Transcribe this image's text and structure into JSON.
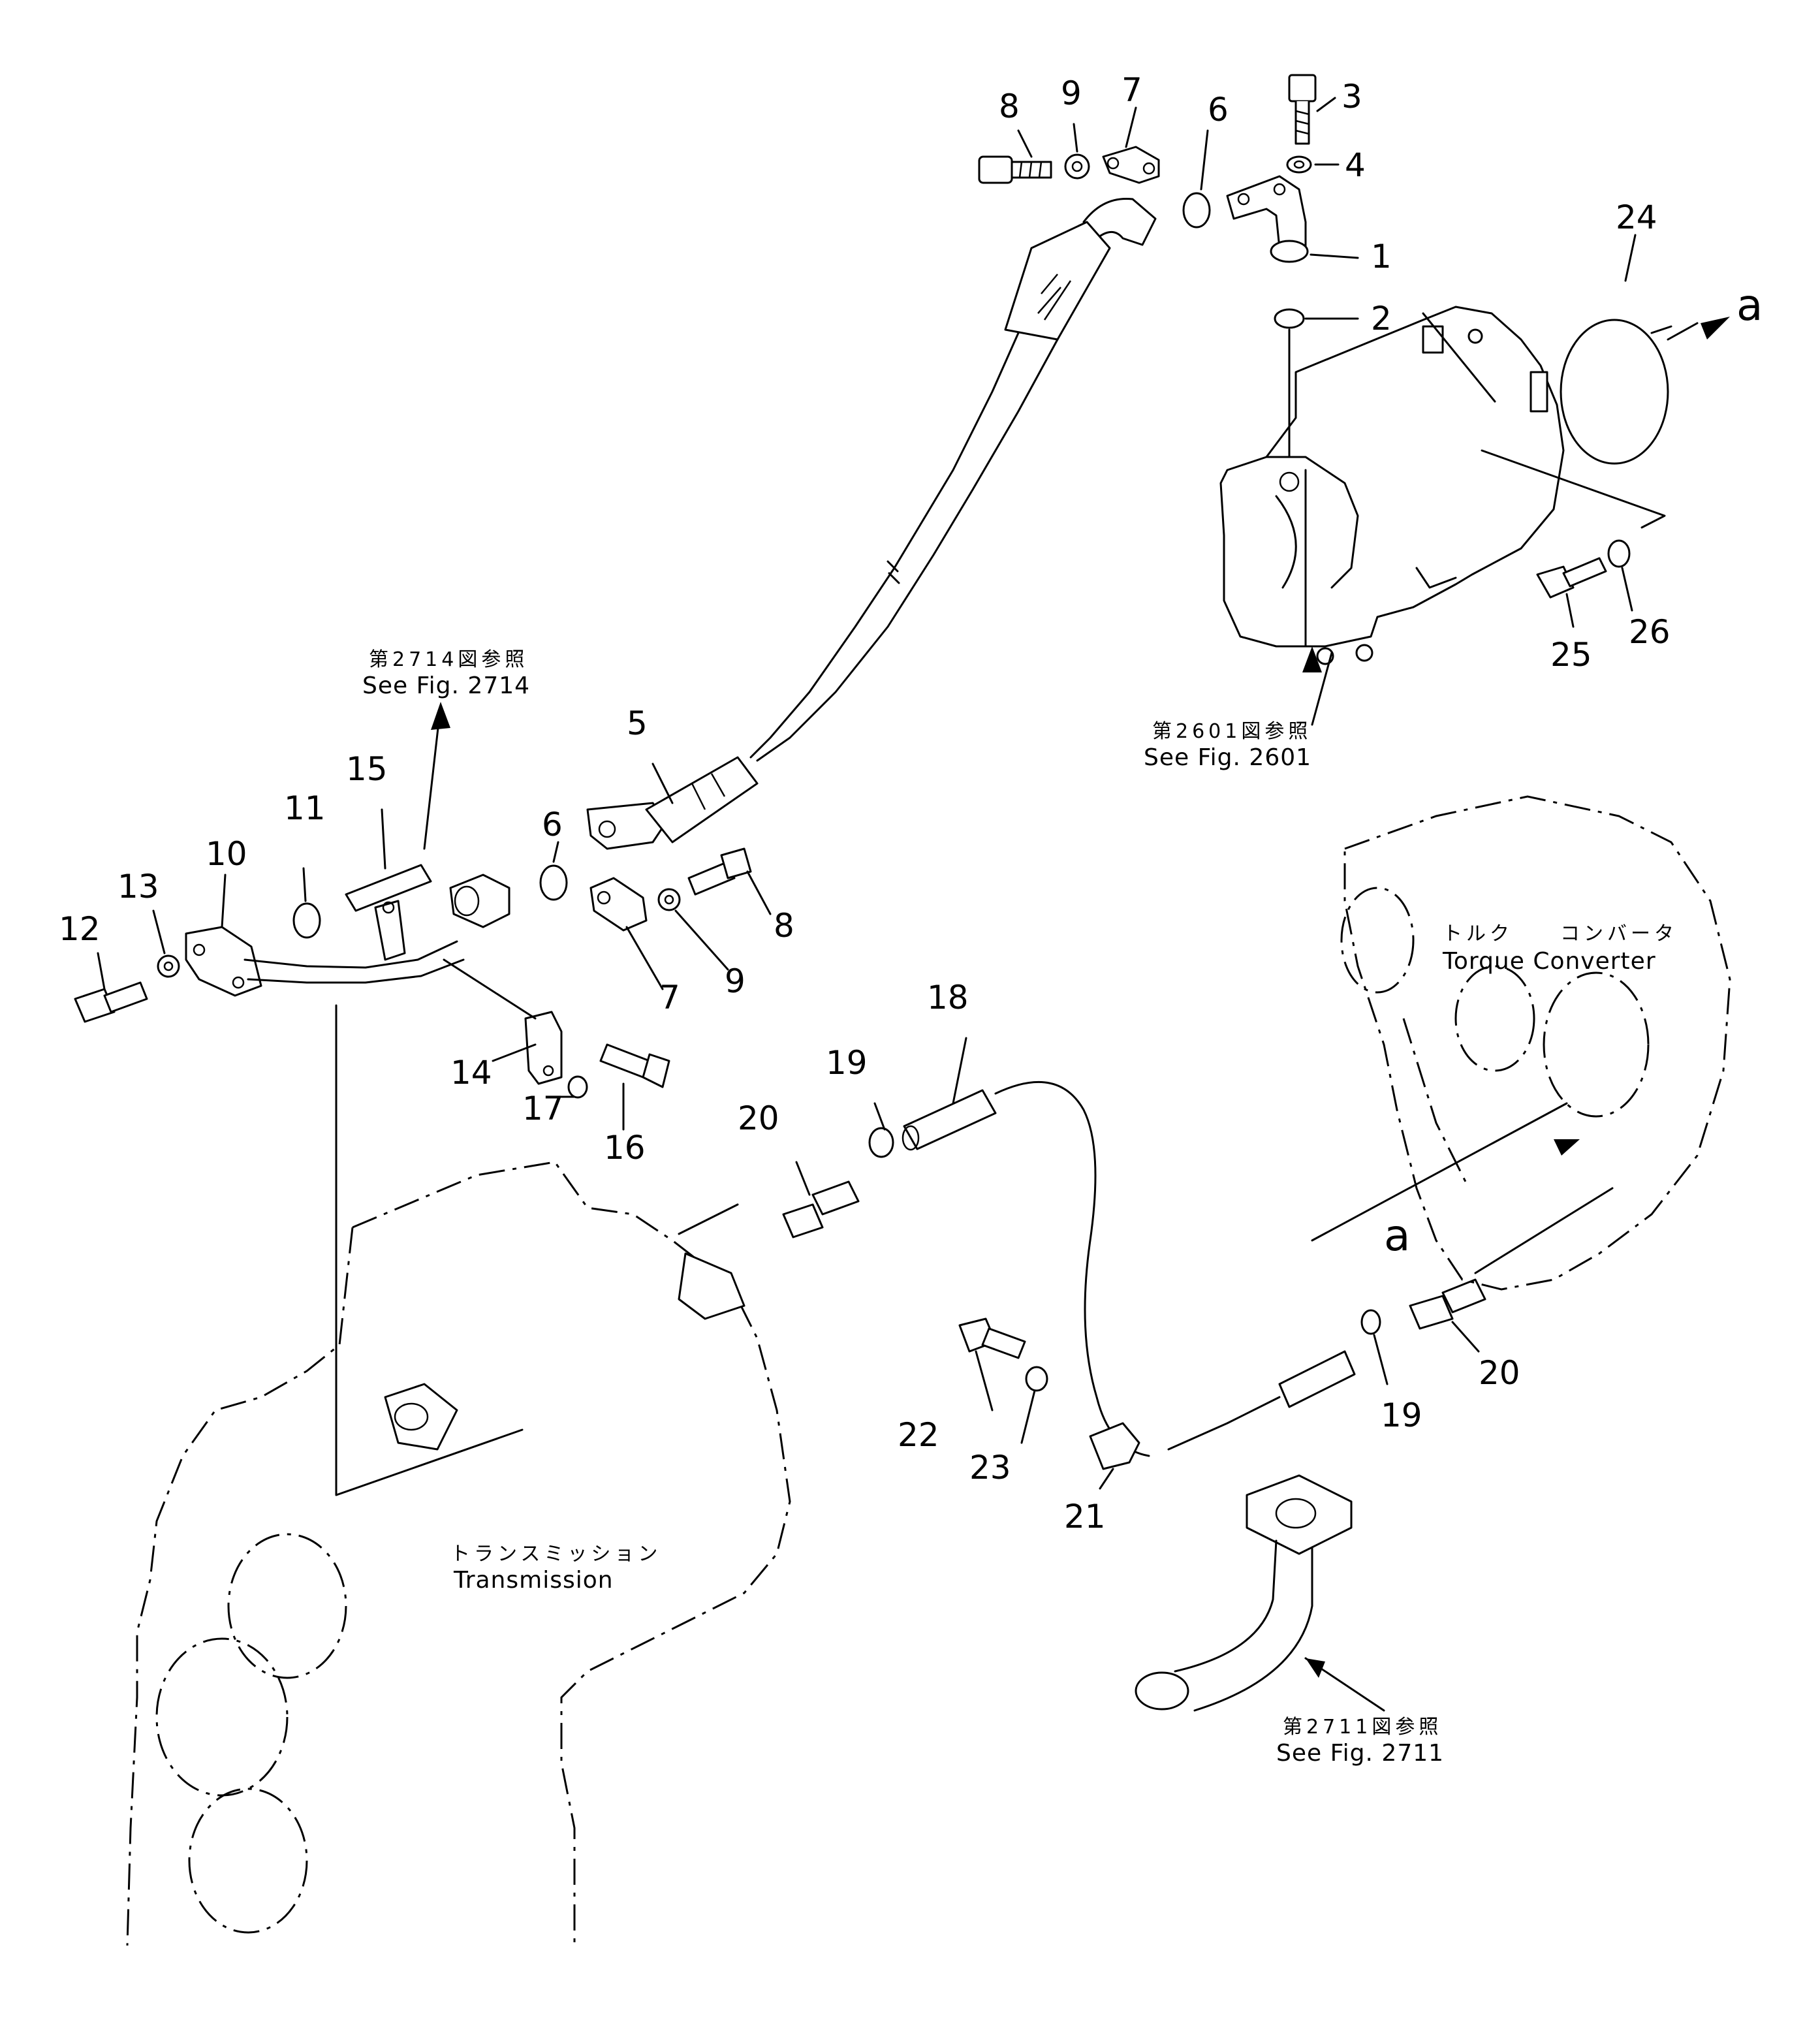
{
  "callouts": {
    "n1": "1",
    "n2": "2",
    "n3": "3",
    "n4": "4",
    "n5": "5",
    "n6a": "6",
    "n6b": "6",
    "n7a": "7",
    "n7b": "7",
    "n8a": "8",
    "n8b": "8",
    "n9a": "9",
    "n9b": "9",
    "n10": "10",
    "n11": "11",
    "n12": "12",
    "n13": "13",
    "n14": "14",
    "n15": "15",
    "n16": "16",
    "n17": "17",
    "n18": "18",
    "n19a": "19",
    "n19b": "19",
    "n20a": "20",
    "n20b": "20",
    "n21": "21",
    "n22": "22",
    "n23": "23",
    "n24": "24",
    "n25": "25",
    "n26": "26"
  },
  "connection_marks": {
    "a_top": "a",
    "a_right": "a"
  },
  "references": {
    "fig2714_jp": "第2714図参照",
    "fig2714_en": "See Fig. 2714",
    "fig2601_jp": "第2601図参照",
    "fig2601_en": "See Fig. 2601",
    "fig2711_jp": "第2711図参照",
    "fig2711_en": "See Fig. 2711"
  },
  "assemblies": {
    "torque_converter_jp": "トルク　　コンバータ",
    "torque_converter_en": "Torque Converter",
    "transmission_jp": "トランスミッション",
    "transmission_en": "Transmission"
  }
}
